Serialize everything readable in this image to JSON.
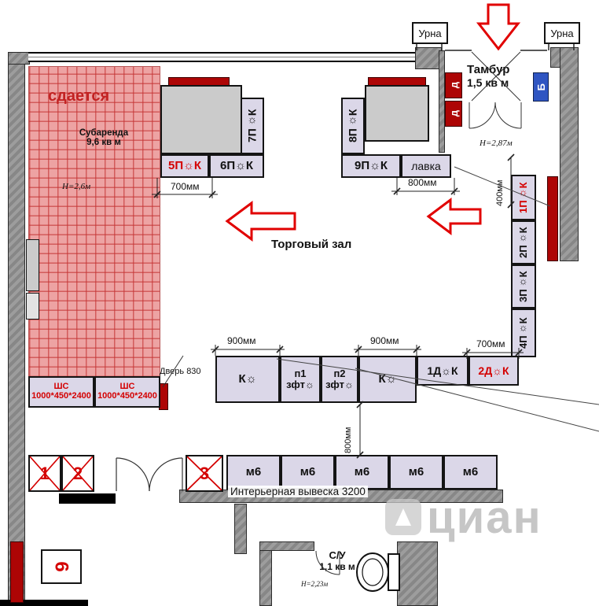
{
  "colors": {
    "accent_red": "#e10000",
    "fixture_fill": "#dbd7e8",
    "wall_grey": "#8f8f8f",
    "lease_pink": "#eda3a3",
    "bar_red": "#ad0505",
    "bar_blue": "#2f55c2",
    "text_red": "#d40000",
    "watermark_grey": "#bcbcbc"
  },
  "top": {
    "urna_left": "Урна",
    "urna_right": "Урна",
    "tambur_name": "Тамбур",
    "tambur_area": "1,5 кв м",
    "tambur_height": "Н=2,87м",
    "radiator_left_top": "д",
    "radiator_left_bottom": "д",
    "radiator_right": "Б"
  },
  "lease": {
    "title": "сдается",
    "sub_name": "Субаренда",
    "sub_area": "9,6 кв м",
    "height": "Н=2,6м"
  },
  "hall": {
    "title": "Торговый зал",
    "door_label": "Дверь 830",
    "sign_label": "Интерьерная вывеска 3200"
  },
  "fixtures": {
    "f5": "5П☼К",
    "f6": "6П☼К",
    "f7": "7П☼К",
    "f8": "8П☼К",
    "f9": "9П☼К",
    "bench": "лавка",
    "p1": "1П☼К",
    "p2": "2П☼К",
    "p3": "3П☼К",
    "p4": "4П☼К",
    "k": "К☼",
    "pos1_line1": "п1",
    "pos1_line2": "зфт☼",
    "pos2_line1": "п2",
    "pos2_line2": "зфт☼",
    "d1": "1Д☼К",
    "d2": "2Д☼К",
    "shs_name": "ШС",
    "shs_size": "1000*450*2400",
    "m6": "м6",
    "num1": "1",
    "num2": "2",
    "num3": "3",
    "num6": "6"
  },
  "dimensions": {
    "w700_top": "700мм",
    "w800_top": "800мм",
    "w400_right": "400мм",
    "w900_left": "900мм",
    "w900_right": "900мм",
    "w700_right": "700мм",
    "w800_bottom": "800мм"
  },
  "bathroom": {
    "name": "С/У",
    "area": "1,1 кв м",
    "height": "Н=2,23м"
  },
  "watermark": "циан"
}
